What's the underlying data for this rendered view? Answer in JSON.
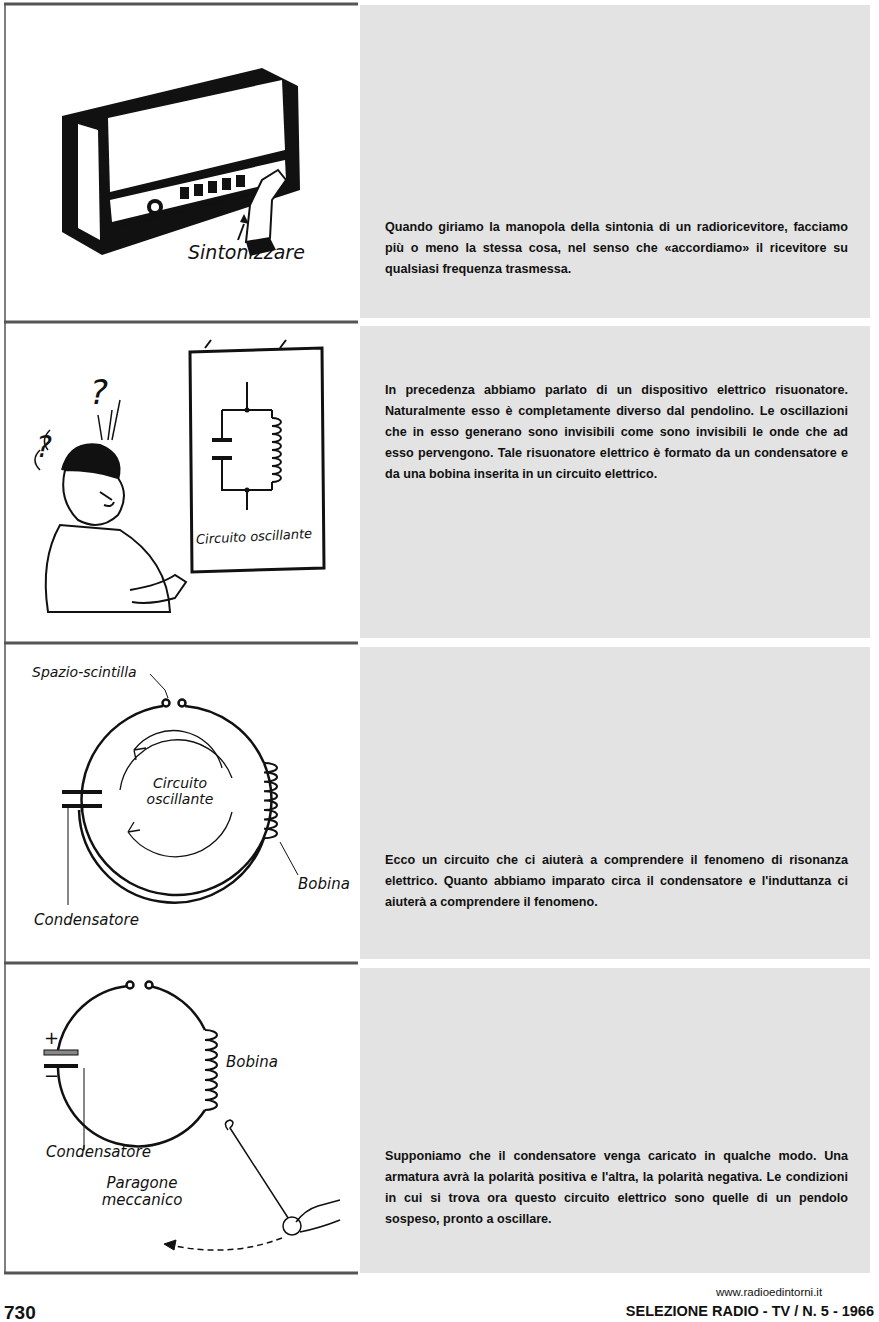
{
  "diagram": {
    "nodes": [
      {
        "text": [
          "Quando giriamo la manopola della sintonia di un radioricevitore, facciamo più o meno la stessa cosa, nel senso che «accordiamo» il ricevitore su qualsiasi frequenza trasmessa."
        ]
      },
      {
        "text": [
          "In precedenza abbiamo parlato di un dispositivo elettrico risuonatore. Naturalmente esso è completamente diverso dal pendolino. Le oscillazioni che in esso generano sono invisibili come sono invisibili le onde che ad esso pervengono. Tale risuonatore elettrico è formato da un condensatore e da una bobina inserita in un circuito elettrico."
        ]
      },
      {
        "text": [
          "Ecco un circuito che ci aiuterà a comprendere il fenomeno di risonanza elettrico. Quanto abbiamo imparato circa il condensatore e l'induttanza ci aiuterà a comprendere il fenomeno."
        ]
      },
      {
        "text": [
          "Supponiamo che il condensatore venga caricato in qualche modo. Una armatura avrà la polarità positiva e l'altra, la polarità negativa. Le condizioni in cui si trova ora questo circuito elettrico sono quelle di un pendolo sospeso, pronto a oscillare."
        ]
      }
    ],
    "labels": [
      "Sintonizzare",
      "Circuito oscillante",
      "Spazio-scintilla",
      "Circuito oscillante",
      "Bobina",
      "Condensatore",
      "+",
      "−",
      "Bobina",
      "Condensatore",
      "Paragone meccanico",
      "730",
      "SELEZIONE RADIO - TV / N. 5 - 1966",
      "www.radioedintorni.it",
      "?",
      "?"
    ]
  }
}
